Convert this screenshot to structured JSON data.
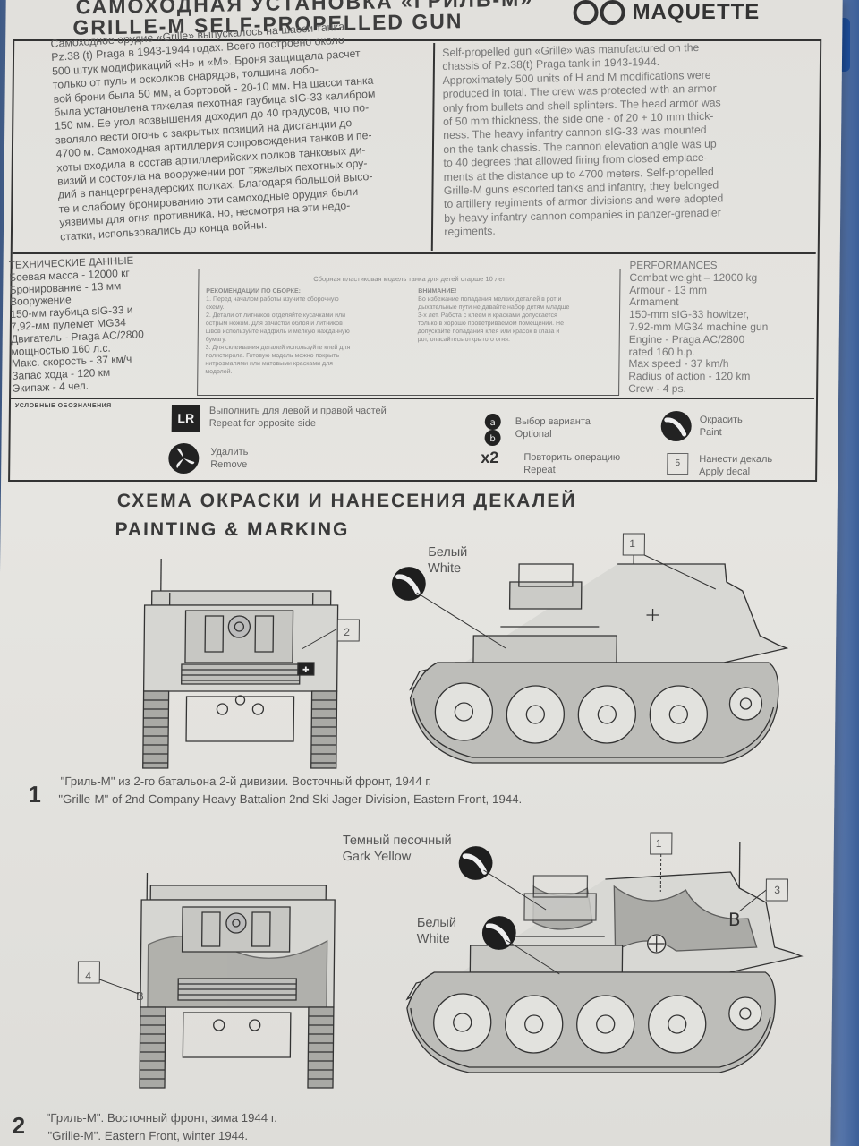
{
  "header": {
    "title_ru": "САМОХОДНАЯ УСТАНОВКА «ГРИЛЬ-М»",
    "title_en": "GRILLE-M SELF-PROPELLED GUN",
    "brand": "MAQUETTE"
  },
  "history_ru": [
    "Самоходное орудие «Grille» выпускалось на шасси танка",
    "Pz.38 (t) Praga в 1943-1944 годах. Всего построено около",
    "500 штук модификаций «Н» и «М». Броня защищала расчет",
    "только от пуль и осколков снарядов, толщина лобо-",
    "вой брони была 50 мм, а бортовой - 20-10 мм. На шасси танка",
    "была установлена тяжелая пехотная гаубица sIG-33 калибром",
    "150 мм. Ее угол возвышения доходил до 40 градусов, что по-",
    "зволяло вести огонь с закрытых позиций на дистанции до",
    "4700 м. Самоходная артиллерия сопровождения танков и пе-",
    "хоты входила в состав артиллерийских полков танковых ди-",
    "визий и состояла на вооружении рот тяжелых пехотных ору-",
    "дий в панцергренадерских полках. Благодаря большой высо-",
    "те и слабому бронированию эти самоходные орудия были",
    "уязвимы для огня противника, но, несмотря на эти недо-",
    "статки, использовались до конца войны."
  ],
  "history_en": [
    "Self-propelled gun «Grille» was manufactured on the",
    "chassis of Pz.38(t) Praga tank in 1943-1944.",
    "Approximately 500 units of H and M modifications were",
    "produced in total. The crew was protected with an armor",
    "only from bullets and shell splinters. The head armor was",
    "of 50 mm thickness, the side one - of 20 + 10 mm thick-",
    "ness. The heavy infantry cannon sIG-33 was mounted",
    "on the tank chassis. The cannon elevation angle was up",
    "to 40 degrees that allowed firing from closed emplace-",
    "ments at the distance up to 4700 meters. Self-propelled",
    "Grille-M guns escorted tanks and infantry, they belonged",
    "to artillery regiments of armor divisions and were adopted",
    "by heavy infantry cannon companies in panzer-grenadier",
    "regiments."
  ],
  "specs_ru": {
    "title": "ТЕХНИЧЕСКИЕ ДАННЫЕ",
    "lines": [
      "Боевая масса - 12000 кг",
      "Бронирование - 13 мм",
      "Вооружение",
      "150-мм гаубица sIG-33 и",
      "7,92-мм пулемет MG34",
      "Двигатель - Praga AC/2800",
      "мощностью 160 л.с.",
      "Макс. скорость - 37 км/ч",
      "Запас хода - 120 км",
      "Экипаж - 4 чел."
    ]
  },
  "specs_en": {
    "title": "PERFORMANCES",
    "lines": [
      "Combat weight – 12000 kg",
      "Armour - 13 mm",
      "Armament",
      "150-mm sIG-33 howitzer,",
      "7.92-mm MG34 machine gun",
      "Engine - Praga AC/2800",
      "rated 160 h.p.",
      "Max speed - 37 km/h",
      "Radius of action - 120 km",
      "Crew - 4 ps."
    ]
  },
  "assembly": {
    "title": "Сборная пластиковая модель танка для детей старше 10 лет",
    "rec_title": "РЕКОМЕНДАЦИИ ПО СБОРКЕ:",
    "rec_lines": [
      "1. Перед началом работы изучите сборочную",
      "схему.",
      "2. Детали от литников отделяйте кусачками или",
      "острым ножом. Для зачистки облоя и литников",
      "швов используйте надфиль и мелкую наждачную",
      "бумагу.",
      "3. Для склеивания деталей используйте клей для",
      "полистирола. Готовую модель можно покрыть",
      "нитроэмалями или матовыми красками для",
      "моделей."
    ],
    "warn_title": "ВНИМАНИЕ!",
    "warn_lines": [
      "Во избежание попадания мелких деталей в рот и",
      "дыхательные пути не давайте набор детям младше",
      "3-х лет. Работа с клеем и красками допускается",
      "только в хорошо проветриваемом помещении. Не",
      "допускайте попадания клея или красок в глаза и",
      "рот, опасайтесь открытого огня."
    ]
  },
  "legend": {
    "title": "УСЛОВНЫЕ ОБОЗНАЧЕНИЯ",
    "items": [
      {
        "icon": "LR",
        "ru": "Выполнить для левой и правой частей",
        "en": "Repeat for opposite side"
      },
      {
        "icon": "optional-icon",
        "ru": "Выбор варианта",
        "en": "Optional"
      },
      {
        "icon": "paint-icon",
        "ru": "Окрасить",
        "en": "Paint"
      },
      {
        "icon": "remove-icon",
        "ru": "Удалить",
        "en": "Remove"
      },
      {
        "icon": "x2",
        "ru": "Повторить операцию",
        "en": "Repeat"
      },
      {
        "icon": "5",
        "ru": "Нанести декаль",
        "en": "Apply decal"
      }
    ]
  },
  "section": {
    "title_ru": "СХЕМА ОКРАСКИ И НАНЕСЕНИЯ ДЕКАЛЕЙ",
    "title_en": "PAINTING & MARKING"
  },
  "schemes": [
    {
      "number": "1",
      "caption_ru": "\"Гриль-М\" из 2-го батальона 2-й дивизии. Восточный фронт, 1944 г.",
      "caption_en": "\"Grille-M\" of 2nd Company Heavy Battalion 2nd Ski Jager Division, Eastern Front, 1944.",
      "colors": [
        {
          "ru": "Белый",
          "en": "White"
        }
      ],
      "decals": [
        "1",
        "2"
      ]
    },
    {
      "number": "2",
      "caption_ru": "\"Гриль-М\". Восточный фронт, зима 1944 г.",
      "caption_en": "\"Grille-M\". Eastern Front, winter 1944.",
      "colors": [
        {
          "ru": "Темный песочный",
          "en": "Gark Yellow"
        },
        {
          "ru": "Белый",
          "en": "White"
        }
      ],
      "decals": [
        "1",
        "3",
        "4"
      ],
      "marking": "B"
    }
  ]
}
